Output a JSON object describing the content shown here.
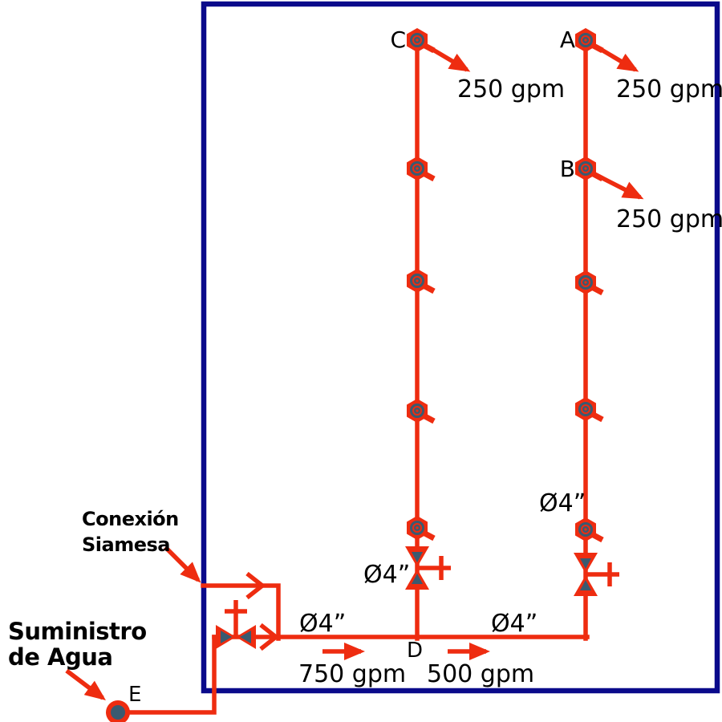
{
  "colors": {
    "pipe": "#ee2c10",
    "wall": "#0a0a8b",
    "fitting": "#3a5a70",
    "text": "#000000",
    "background": "#ffffff"
  },
  "node_labels": {
    "a": "A",
    "b": "B",
    "c": "C",
    "d": "D",
    "e": "E"
  },
  "flow_labels": {
    "outlet_c": "250 gpm",
    "outlet_a": "250 gpm",
    "outlet_b": "250 gpm",
    "main_before_d": "750 gpm",
    "main_after_d": "500 gpm"
  },
  "pipe_size_labels": {
    "main_left": "Ø4”",
    "main_right": "Ø4”",
    "right_riser": "Ø4”",
    "left_riser": "Ø4”"
  },
  "annotations": {
    "siamese_connection": {
      "line1": "Conexión",
      "line2": "Siamesa"
    },
    "water_supply": {
      "line1": "Suministro",
      "line2": "de Agua"
    }
  }
}
